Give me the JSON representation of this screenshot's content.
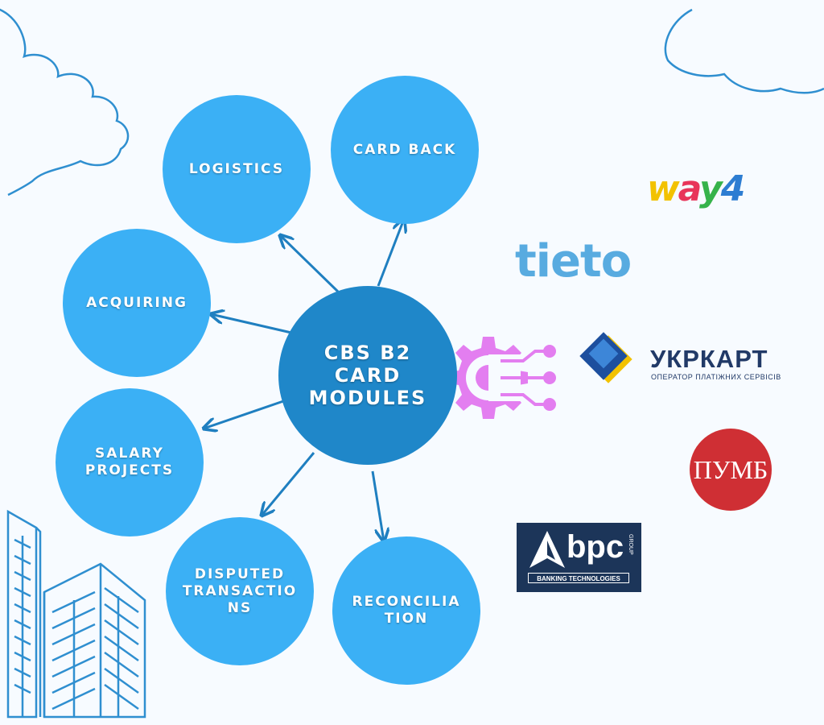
{
  "diagram": {
    "center": {
      "lines": [
        "CBS B2",
        "CARD",
        "MODULES"
      ]
    },
    "modules": [
      {
        "id": "logistics",
        "lines": [
          "LOGISTICS"
        ]
      },
      {
        "id": "card-back",
        "lines": [
          "CARD BACK"
        ]
      },
      {
        "id": "acquiring",
        "lines": [
          "ACQUIRING"
        ]
      },
      {
        "id": "salary-projects",
        "lines": [
          "SALARY",
          "PROJECTS"
        ]
      },
      {
        "id": "disputed-transactions",
        "lines": [
          "DISPUTED",
          "TRANSACTIO",
          "NS"
        ]
      },
      {
        "id": "reconciliation",
        "lines": [
          "RECONCILIA",
          "TION"
        ]
      }
    ]
  },
  "logos": {
    "way4": {
      "w": "w",
      "a": "a",
      "y": "y",
      "n": "4"
    },
    "tieto": "tieto",
    "ukrcard": {
      "title": "УКРКАРТ",
      "subtitle": "ОПЕРАТОР ПЛАТІЖНИХ СЕРВІСІВ"
    },
    "pumb": "ПУМБ",
    "bpc": {
      "name": "bpc",
      "group": "GROUP",
      "subtitle": "BANKING TECHNOLOGIES"
    }
  },
  "colors": {
    "module": "#3bb0f5",
    "center": "#1f87c9",
    "arrow": "#1f7fc0",
    "integration_icon": "#e37ef0",
    "outline": "#2f8fd0"
  },
  "icons": {
    "integration": "gear-circuit-icon",
    "ukrcard": "ukrcard-diamond-icon",
    "bpc": "bpc-triangle-icon"
  }
}
